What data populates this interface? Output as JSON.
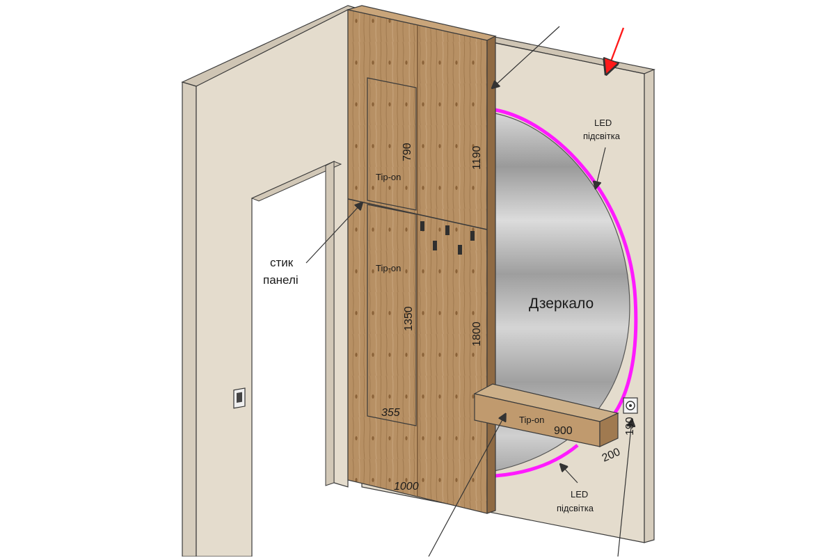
{
  "colors": {
    "wall_face": "#e4dccd",
    "wall_edge": "#cfc5b4",
    "panel_wood": "#b79064",
    "panel_line": "#6b4a2c",
    "mirror": "#b9b9b9",
    "led": "#ff1aff",
    "arrow_red": "#ff1a1a",
    "outline": "#3a3a3a"
  },
  "labels": {
    "panel_joint_line1": "стик",
    "panel_joint_line2": "панелі",
    "mirror": "Дзеркало",
    "led_top_line1": "LED",
    "led_top_line2": "підсвітка",
    "led_bottom_line1": "LED",
    "led_bottom_line2": "підсвітка",
    "tip_on_upper": "Tip-on",
    "tip_on_lower": "Tip-on",
    "tip_on_shelf": "Tip-on"
  },
  "dimensions": {
    "upper_door_height": "790",
    "upper_panel_height": "1190",
    "lower_door_height": "1350",
    "lower_panel_height": "1800",
    "door_width": "355",
    "panel_width": "1000",
    "shelf_width": "900",
    "shelf_depth": "200",
    "shelf_height": "190"
  },
  "icons": {
    "left_switch": "light-switch-icon",
    "right_socket": "power-socket-icon",
    "hooks": "coat-hook-icon"
  }
}
